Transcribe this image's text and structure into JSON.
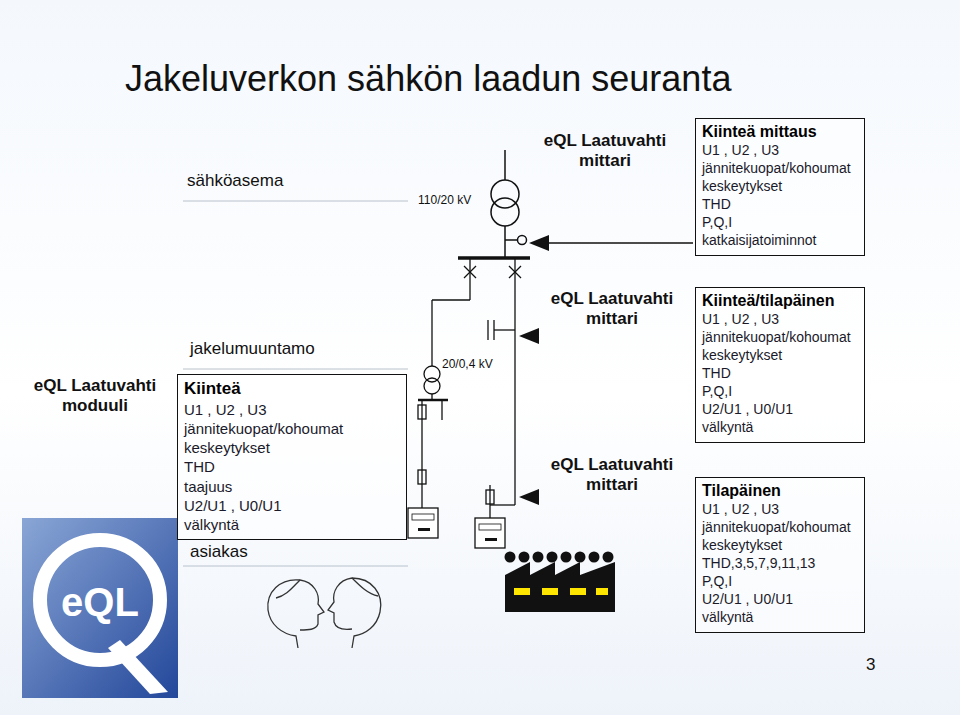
{
  "diagram": {
    "title": "Jakeluverkon sähkön laadun seuranta",
    "nodes": [
      {
        "text": [
          "Kiinteä mittaus",
          "U1 , U2 , U3",
          "jännitekuopat/kohoumat",
          "keskeytykset",
          "THD",
          "P,Q,I",
          "katkaisijatoiminnot"
        ]
      },
      {
        "text": [
          "Kiinteä/tilapäinen",
          "U1 , U2 , U3",
          "jännitekuopat/kohoumat",
          "keskeytykset",
          "THD",
          "P,Q,I",
          "U2/U1 , U0/U1",
          "välkyntä"
        ]
      },
      {
        "text": [
          "Tilapäinen",
          "U1 , U2 , U3",
          "jännitekuopat/kohoumat",
          "keskeytykset",
          "THD,3,5,7,9,11,13",
          "P,Q,I",
          "U2/U1 , U0/U1",
          "välkyntä"
        ]
      },
      {
        "text": [
          "Kiinteä",
          "U1 , U2 , U3",
          "jännitekuopat/kohoumat",
          "keskeytykset",
          "THD",
          "taajuus",
          "U2/U1 , U0/U1",
          "välkyntä"
        ]
      }
    ],
    "labels": [
      "sähköasema",
      "110/20 kV",
      "eQL Laatuvahti mittari",
      "jakelumuuntamo",
      "eQL Laatuvahti moduuli",
      "20/0,4 kV",
      "eQL Laatuvahti mittari",
      "eQL Laatuvahti mittari",
      "asiakas",
      "eQL",
      "3"
    ]
  }
}
